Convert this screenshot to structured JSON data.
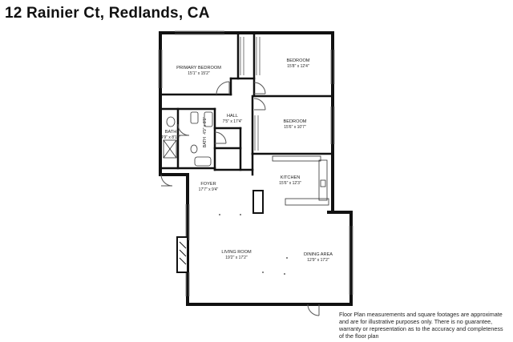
{
  "title": "12 Rainier Ct, Redlands, CA",
  "rooms": [
    {
      "name": "PRIMARY BEDROOM",
      "dims": "15'1\" x 15'2\""
    },
    {
      "name": "BEDROOM",
      "dims": "15'8\" x 12'4\""
    },
    {
      "name": "HALL",
      "dims": "7'5\" x 17'4\""
    },
    {
      "name": "BEDROOM",
      "dims": "15'6\" x 10'7\""
    },
    {
      "name": "BATH",
      "dims": "4'9\" x 8'10\""
    },
    {
      "name": "BATH",
      "dims": "4'9\" x 8'1\""
    },
    {
      "name": "KITCHEN",
      "dims": "15'6\" x 12'3\""
    },
    {
      "name": "FOYER",
      "dims": "17'7\" x 9'4\""
    },
    {
      "name": "LIVING ROOM",
      "dims": "19'2\" x 17'2\""
    },
    {
      "name": "DINING AREA",
      "dims": "12'9\" x 17'2\""
    }
  ],
  "disclaimer": "Floor Plan measurements and square footages are approximate and are for illustrative purposes only. There is no guarantee, warranty or representation as to the accuracy and completeness of the floor plan"
}
